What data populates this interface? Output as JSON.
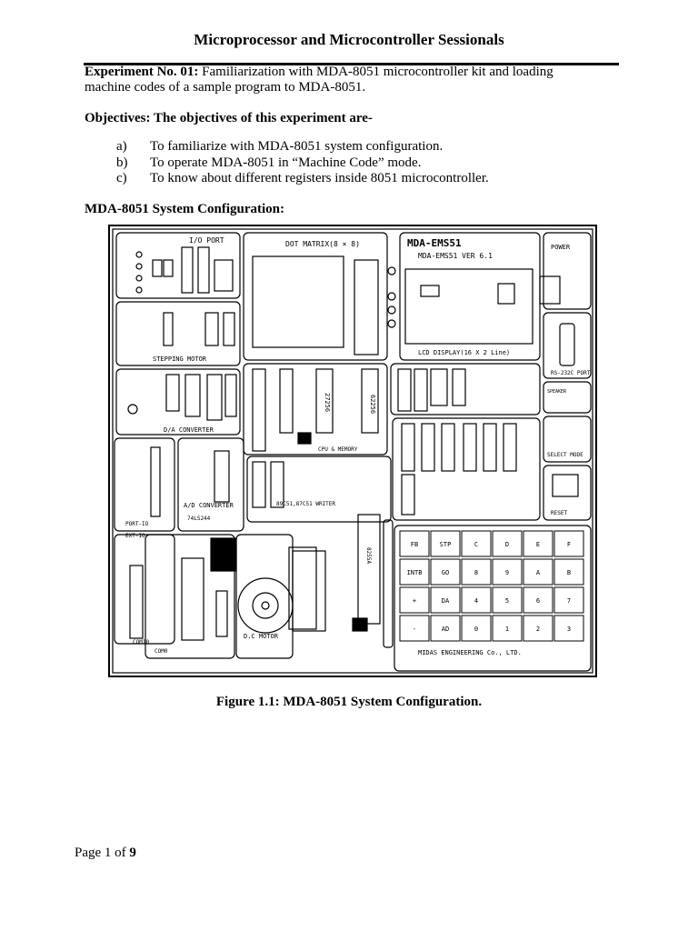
{
  "header": {
    "title": "Microprocessor and Microcontroller Sessionals"
  },
  "experiment": {
    "label": "Experiment No. 01:",
    "text_line1": " Familiarization with MDA-8051 microcontroller kit and loading",
    "text_line2": "machine codes of a sample program to MDA-8051."
  },
  "objectives": {
    "heading": "Objectives: The objectives of this experiment are-",
    "items": [
      {
        "marker": "a)",
        "text": "To familiarize with MDA-8051 system configuration."
      },
      {
        "marker": "b)",
        "text": "To operate MDA-8051 in “Machine Code” mode."
      },
      {
        "marker": "c)",
        "text": "To know about different registers inside 8051 microcontroller."
      }
    ]
  },
  "config_heading": "MDA-8051 System Configuration:",
  "figure": {
    "caption": "Figure 1.1: MDA-8051 System Configuration.",
    "labels": {
      "io_port": "I/O PORT",
      "dot_matrix": "DOT MATRIX(8 × 8)",
      "brand": "MDA-EMS51",
      "model": "MDA-EMS51  VER 6.1",
      "lcd": "LCD DISPLAY(16 X 2 Line)",
      "power": "POWER",
      "rs232": "RS-232C PORT",
      "stepping_motor": "STEPPING MOTOR",
      "da_converter": "D/A CONVERTER",
      "cpu_memory": "CPU & MEMORY",
      "ad_converter": "A/D CONVERTER",
      "port_io": "PORT-IO",
      "ext_io": "EXT-IO",
      "writer": "89C51,87C51 WRITER",
      "dc_motor": "D.C MOTOR",
      "speaker": "SPEAKER",
      "select_mode": "SELECT MODE",
      "reset": "RESET",
      "chip_8255": "8255A",
      "chip_27256": "27256",
      "chip_62256": "62256",
      "chip_74ls244": "74LS244",
      "com0": "COM0",
      "com10": "COM10",
      "footer": "MIDAS ENGINEERING Co., LTD."
    },
    "keypad": [
      [
        "FB",
        "STP",
        "C",
        "D",
        "E",
        "F"
      ],
      [
        "INTB",
        "GO",
        "8",
        "9",
        "A",
        "B"
      ],
      [
        "+",
        "DA",
        "4",
        "5",
        "6",
        "7"
      ],
      [
        "-",
        "AD",
        "0",
        "1",
        "2",
        "3"
      ]
    ]
  },
  "footer": {
    "page_label": "Page 1 of ",
    "page_total": "9"
  }
}
